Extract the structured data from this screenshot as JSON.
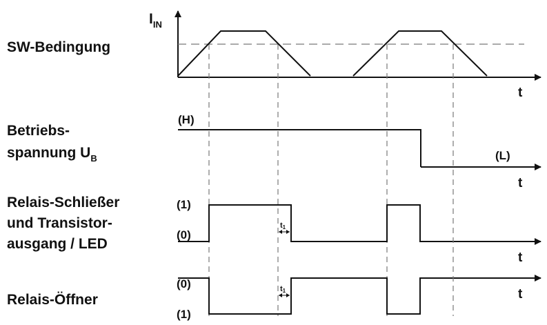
{
  "rows": {
    "sw": {
      "line1": "SW-Bedingung"
    },
    "betrieb": {
      "line1": "Betriebs-",
      "line2": "spannung U",
      "sub": "B"
    },
    "schliesser": {
      "line1": "Relais-Schließer",
      "line2": "und Transistor-",
      "line3": "ausgang / LED"
    },
    "oeffner": {
      "line1": "Relais-Öffner"
    }
  },
  "axis": {
    "y_label": "I",
    "y_label_sub": "IN",
    "t_label": "t"
  },
  "levels": {
    "high": "(H)",
    "low": "(L)",
    "one": "(1)",
    "zero": "(0)"
  },
  "delay": {
    "label": "t",
    "label_sub": "1"
  },
  "colors": {
    "signal": "#111111",
    "guide": "#777777"
  }
}
